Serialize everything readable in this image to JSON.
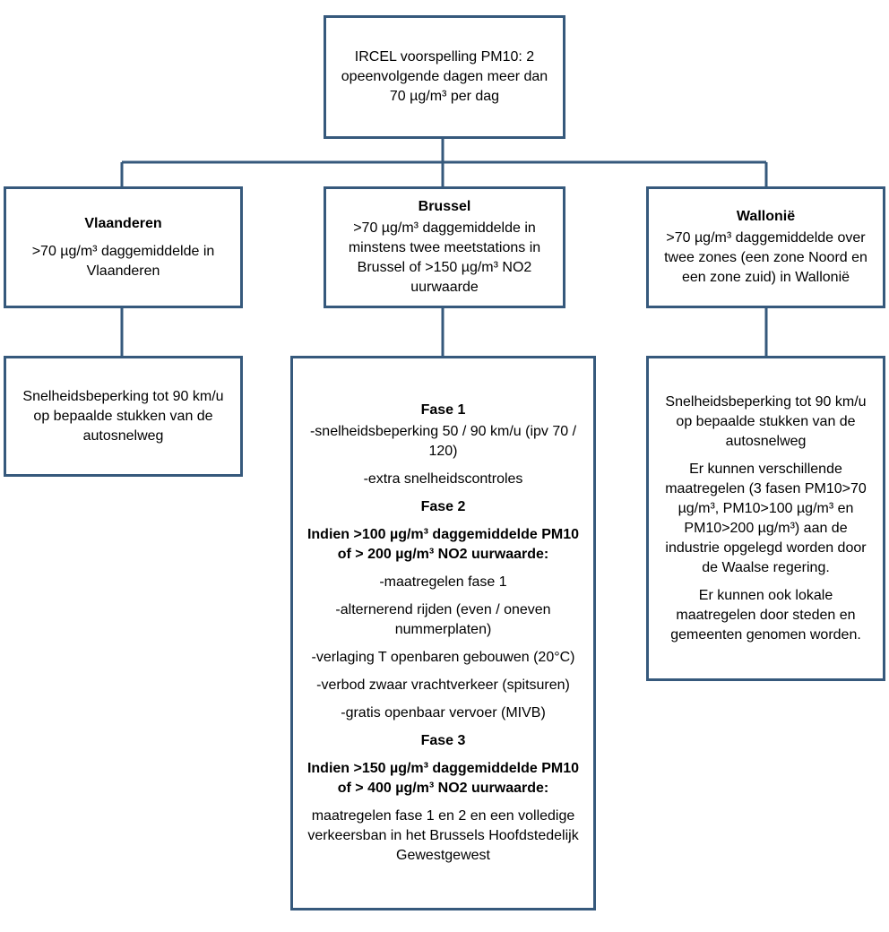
{
  "root": {
    "text": "IRCEL voorspelling PM10: 2 opeenvolgende dagen meer dan 70 µg/m³ per dag"
  },
  "regions": {
    "vlaanderen": {
      "title": "Vlaanderen",
      "criterion": ">70 µg/m³ daggemiddelde in Vlaanderen",
      "measures": "Snelheidsbeperking tot 90 km/u op bepaalde stukken van de autosnelweg"
    },
    "brussel": {
      "title": "Brussel",
      "criterion": ">70 µg/m³ daggemiddelde in minstens twee meetstations in Brussel of >150 µg/m³ NO2 uurwaarde",
      "phase1_title": "Fase 1",
      "phase1_items": [
        "-snelheidsbeperking  50 / 90 km/u  (ipv 70 / 120)",
        "-extra snelheidscontroles"
      ],
      "phase2_title": "Fase 2",
      "phase2_condition": "Indien >100 µg/m³ daggemiddelde PM10 of > 200 µg/m³ NO2 uurwaarde:",
      "phase2_items": [
        "-maatregelen fase 1",
        "-alternerend rijden (even / oneven nummerplaten)",
        "-verlaging T openbaren gebouwen (20°C)",
        "-verbod zwaar vrachtverkeer (spitsuren)",
        "-gratis openbaar vervoer (MIVB)"
      ],
      "phase3_title": "Fase 3",
      "phase3_condition": "Indien >150 µg/m³ daggemiddelde PM10 of > 400 µg/m³ NO2 uurwaarde:",
      "phase3_text": "maatregelen fase 1 en 2  en een volledige verkeersban in het Brussels Hoofdstedelijk Gewestgewest"
    },
    "wallonie": {
      "title": "Wallonië",
      "criterion": ">70 µg/m³ daggemiddelde over twee zones (een zone Noord en een zone zuid) in Wallonië",
      "measures_1": "Snelheidsbeperking tot 90 km/u op bepaalde stukken van de autosnelweg",
      "measures_2": "Er kunnen verschillende maatregelen (3 fasen PM10>70 µg/m³, PM10>100 µg/m³ en PM10>200 µg/m³) aan de industrie opgelegd worden door de Waalse regering.",
      "measures_3": "Er kunnen ook lokale maatregelen door steden en gemeenten genomen worden."
    }
  },
  "colors": {
    "border": "#36597c"
  }
}
